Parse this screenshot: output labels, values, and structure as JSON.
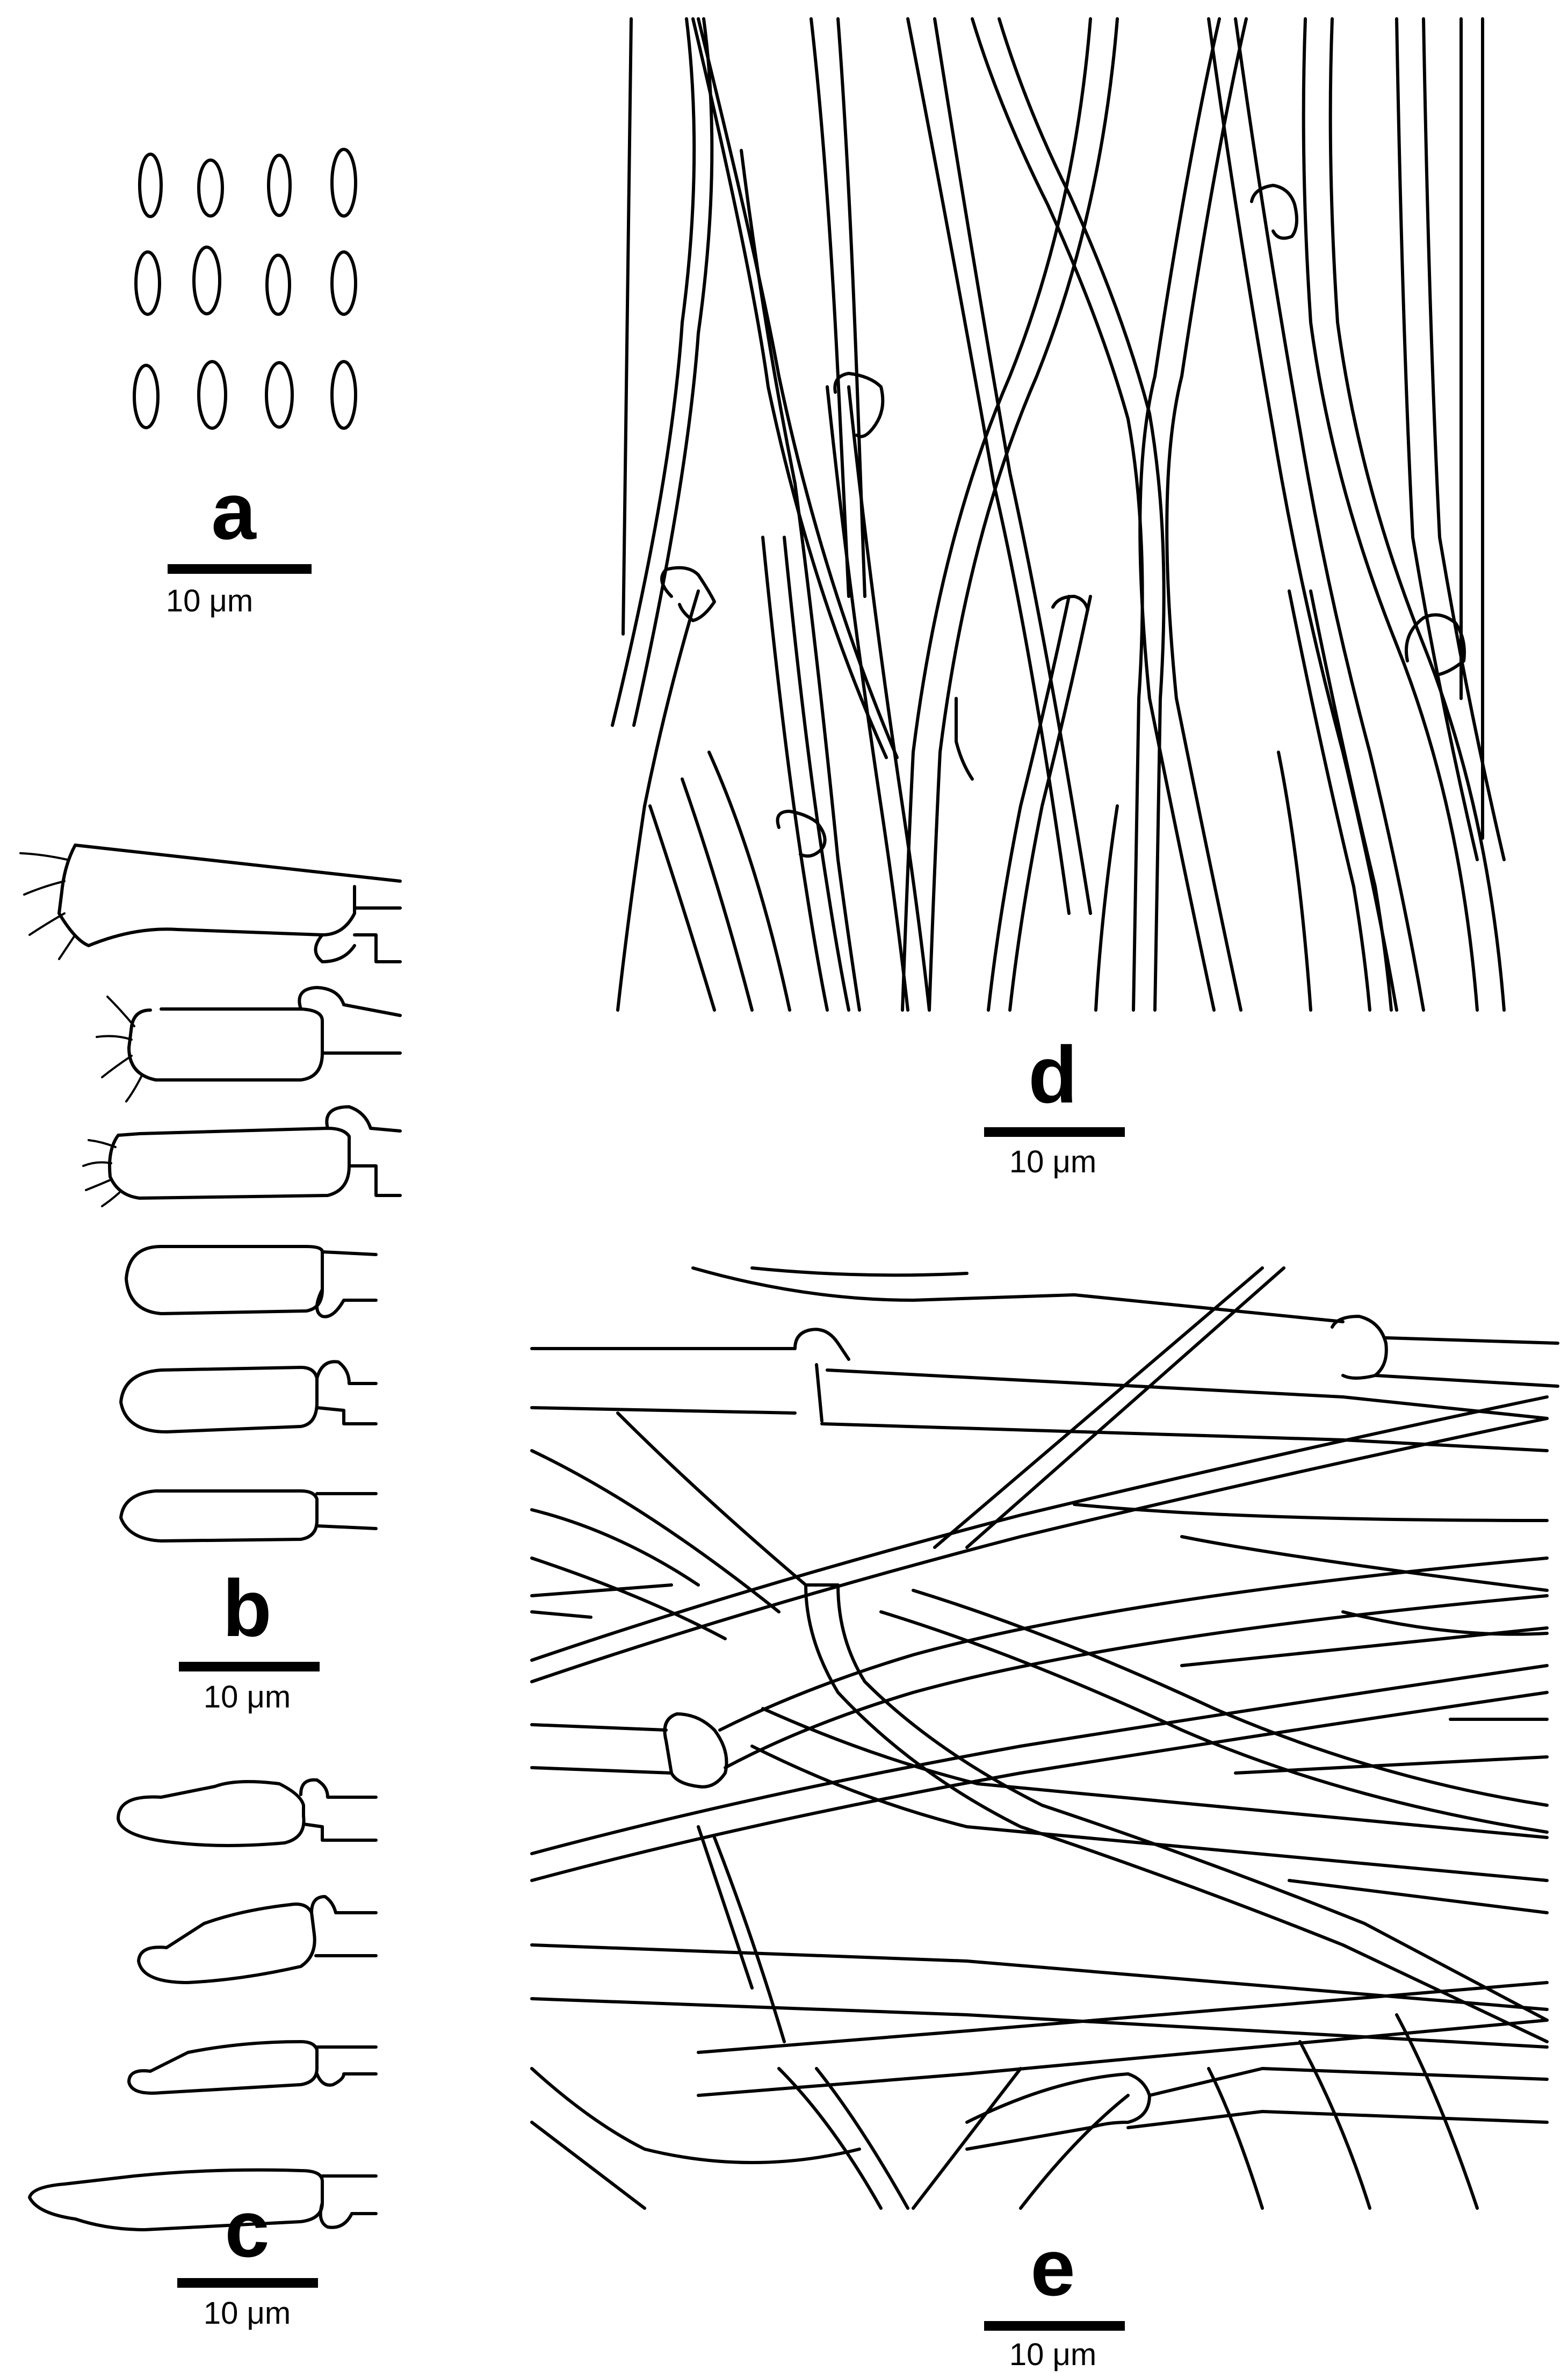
{
  "panels": [
    {
      "label": "a",
      "scale": "10 μm"
    },
    {
      "label": "b",
      "scale": "10 μm"
    },
    {
      "label": "c",
      "scale": "10 μm"
    },
    {
      "label": "d",
      "scale": "10 μm"
    },
    {
      "label": "e",
      "scale": "10 μm"
    }
  ]
}
